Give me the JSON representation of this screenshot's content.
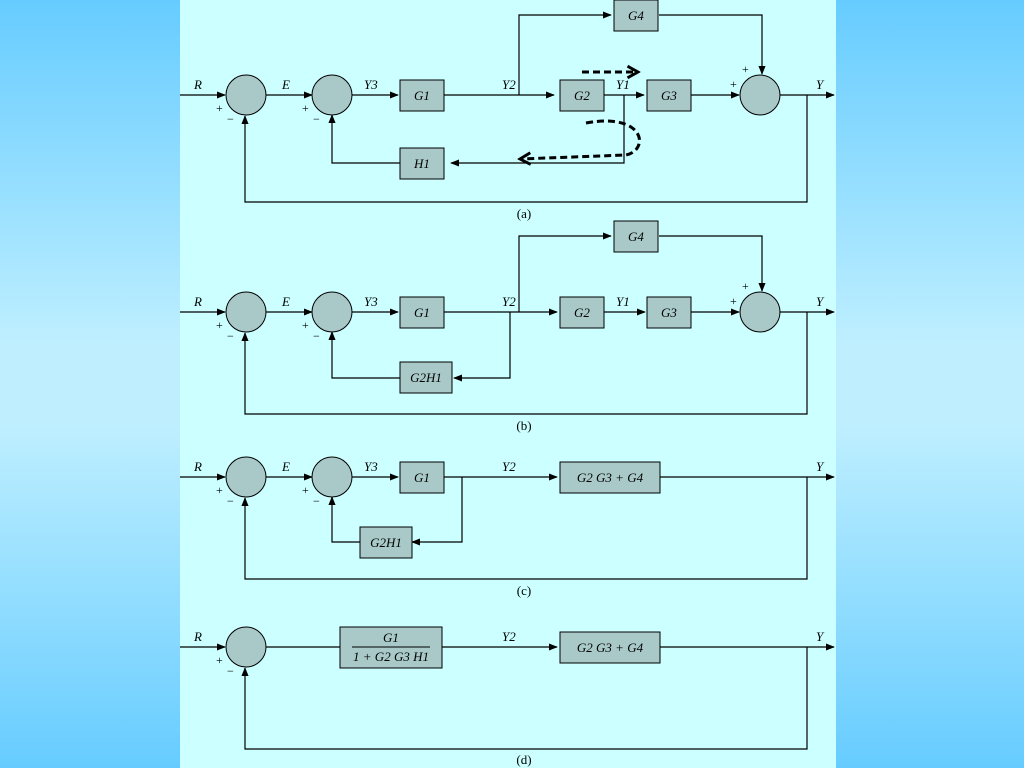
{
  "colors": {
    "background": "#66ccff",
    "panel": "#ccffff",
    "block_fill": "#a9c9c9"
  },
  "signals": {
    "R": "R",
    "E": "E",
    "Y3": "Y3",
    "Y2": "Y2",
    "Y1": "Y1",
    "Y": "Y"
  },
  "signs": {
    "plus": "+",
    "minus": "−"
  },
  "blocks": {
    "G1": "G1",
    "G2": "G2",
    "G3": "G3",
    "G4": "G4",
    "H1": "H1",
    "G2H1": "G2H1",
    "G2G3pG4": "G2 G3 + G4",
    "closed_num": "G1",
    "closed_den": "1 + G2 G3 H1"
  },
  "captions": {
    "a": "(a)",
    "b": "(b)",
    "c": "(c)",
    "d": "(d)"
  },
  "panels": [
    "a",
    "b",
    "c",
    "d"
  ]
}
